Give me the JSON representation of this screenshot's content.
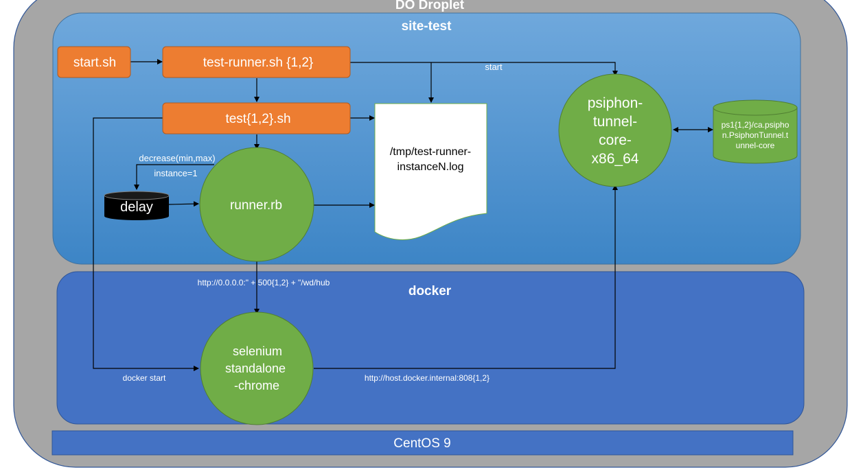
{
  "colors": {
    "droplet_bg": "#a6a6a6",
    "site_test_bg": "#5b9bd5",
    "docker_bg": "#4472c4",
    "orange": "#ed7d31",
    "green": "#70ad47",
    "dark_green_stroke": "#507e32",
    "black": "#000000"
  },
  "containers": {
    "droplet_title": "DO Droplet",
    "site_test_title": "site-test",
    "docker_title": "docker",
    "centos_label": "CentOS 9"
  },
  "nodes": {
    "start_sh": "start.sh",
    "test_runner_sh": "test-runner.sh {1,2}",
    "test_sh": "test{1,2}.sh",
    "runner_rb": "runner.rb",
    "delay": "delay",
    "log_doc_line1": "/tmp/test-runner-",
    "log_doc_line2": "instanceN.log",
    "psiphon_line1": "psiphon-",
    "psiphon_line2": "tunnel-",
    "psiphon_line3": "core-",
    "psiphon_line4": "x86_64",
    "store_line1": "ps1{1,2}/ca.psipho",
    "store_line2": "n.PsiphonTunnel.t",
    "store_line3": "unnel-core",
    "selenium_line1": "selenium",
    "selenium_line2": "standalone",
    "selenium_line3": "-chrome"
  },
  "edge_labels": {
    "start": "start",
    "decrease": "decrease(min,max)",
    "instance": "instance=1",
    "hub_url": "http://0.0.0.0:\" + 500{1,2} + \"/wd/hub",
    "docker_start": "docker start",
    "host_url": "http://host.docker.internal:808{1,2}"
  }
}
